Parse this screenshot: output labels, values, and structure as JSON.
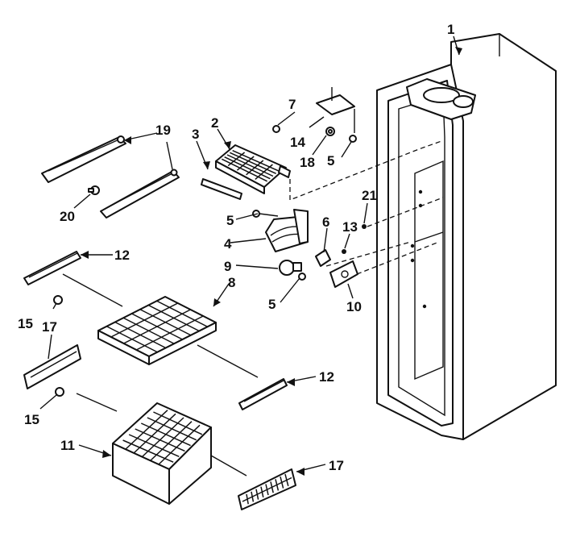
{
  "diagram": {
    "callouts": [
      {
        "id": "c1",
        "text": "1"
      },
      {
        "id": "c2",
        "text": "2"
      },
      {
        "id": "c3",
        "text": "3"
      },
      {
        "id": "c4",
        "text": "4"
      },
      {
        "id": "c5a",
        "text": "5"
      },
      {
        "id": "c5b",
        "text": "5"
      },
      {
        "id": "c5c",
        "text": "5"
      },
      {
        "id": "c6",
        "text": "6"
      },
      {
        "id": "c7",
        "text": "7"
      },
      {
        "id": "c8",
        "text": "8"
      },
      {
        "id": "c9",
        "text": "9"
      },
      {
        "id": "c10",
        "text": "10"
      },
      {
        "id": "c11",
        "text": "11"
      },
      {
        "id": "c12a",
        "text": "12"
      },
      {
        "id": "c12b",
        "text": "12"
      },
      {
        "id": "c13",
        "text": "13"
      },
      {
        "id": "c14",
        "text": "14"
      },
      {
        "id": "c15a",
        "text": "15"
      },
      {
        "id": "c15b",
        "text": "15"
      },
      {
        "id": "c17a",
        "text": "17"
      },
      {
        "id": "c17b",
        "text": "17"
      },
      {
        "id": "c18",
        "text": "18"
      },
      {
        "id": "c19",
        "text": "19"
      },
      {
        "id": "c20",
        "text": "20"
      },
      {
        "id": "c21",
        "text": "21"
      }
    ]
  }
}
